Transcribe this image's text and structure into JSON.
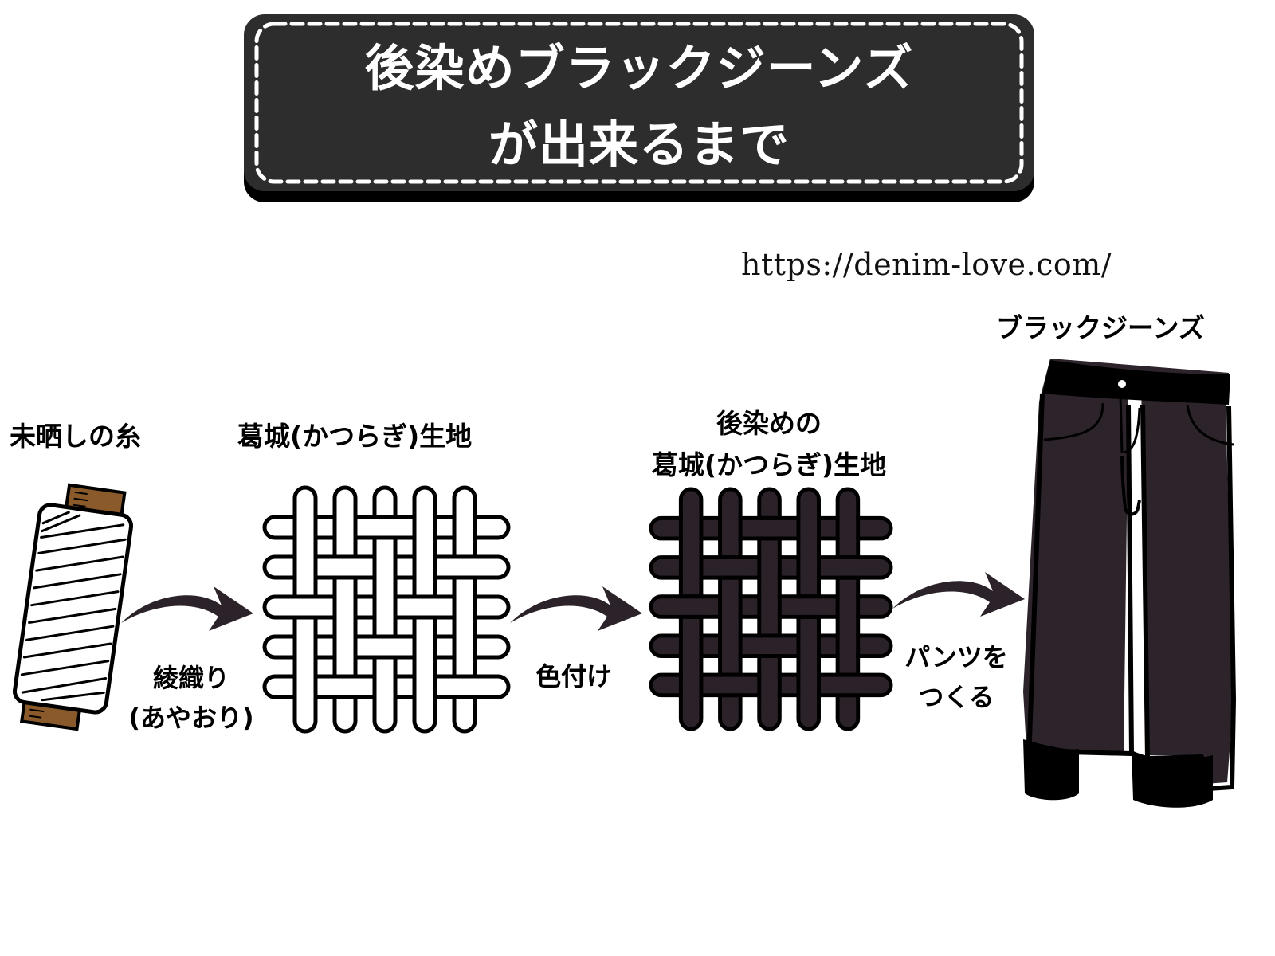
{
  "title": {
    "line1": "後染めブラックジーンズ",
    "line2": "が出来るまで",
    "box_color": "#2e2d2e",
    "text_color": "#ffffff"
  },
  "source_url": "https://denim-love.com/",
  "steps": [
    {
      "id": "yarn",
      "label": "未晒しの糸",
      "icon": "thread-spool-icon"
    },
    {
      "id": "fabric",
      "label": "葛城(かつらぎ)生地",
      "icon": "white-twill-weave-icon"
    },
    {
      "id": "dyed_fabric",
      "label_line1": "後染めの",
      "label_line2": "葛城(かつらぎ)生地",
      "icon": "dark-twill-weave-icon"
    },
    {
      "id": "jeans",
      "label": "ブラックジーンズ",
      "icon": "black-jeans-icon"
    }
  ],
  "transitions": [
    {
      "from": "yarn",
      "to": "fabric",
      "line1": "綾織り",
      "line2": "(あやおり)",
      "icon": "curved-arrow-icon"
    },
    {
      "from": "fabric",
      "to": "dyed_fabric",
      "line1": "色付け",
      "icon": "curved-arrow-icon"
    },
    {
      "from": "dyed_fabric",
      "to": "jeans",
      "line1": "パンツを",
      "line2": "つくる",
      "icon": "curved-arrow-icon"
    }
  ],
  "colors": {
    "arrow": "#2b2329",
    "dyed_fabric": "#2a2228",
    "jeans_body": "#2c242a",
    "spool_wood": "#8a5a2b",
    "outline": "#000000"
  },
  "weave_pattern": {
    "description": "5x5 twill weave; horizontal thread over vertical at marked crossings",
    "rows_over": [
      [
        3
      ],
      [
        2,
        5
      ],
      [
        1,
        4
      ],
      [
        3
      ],
      [
        2,
        5
      ]
    ]
  }
}
